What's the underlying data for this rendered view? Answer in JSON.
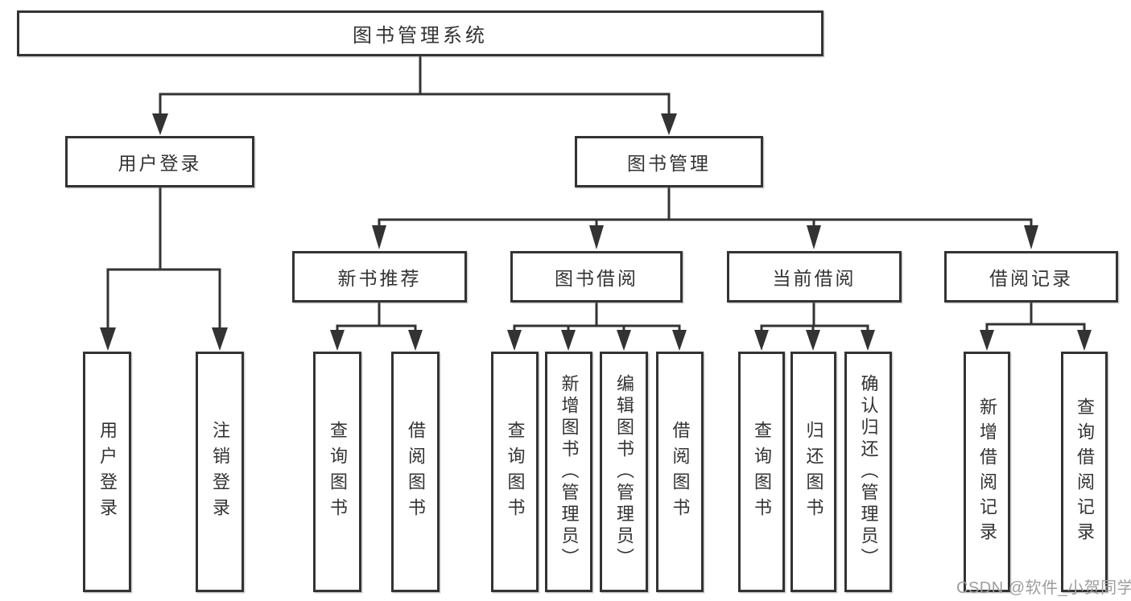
{
  "diagram": {
    "tree": {
      "root": {
        "label": "图书管理系统"
      },
      "children": [
        {
          "label": "用户登录",
          "children": [
            {
              "label": "用户登录"
            },
            {
              "label": "注销登录"
            }
          ]
        },
        {
          "label": "图书管理",
          "children": [
            {
              "label": "新书推荐",
              "children": [
                {
                  "label": "查询图书"
                },
                {
                  "label": "借阅图书"
                }
              ]
            },
            {
              "label": "图书借阅",
              "children": [
                {
                  "label": "查询图书"
                },
                {
                  "label": "新增图书（管理员）"
                },
                {
                  "label": "编辑图书（管理员）"
                },
                {
                  "label": "借阅图书"
                }
              ]
            },
            {
              "label": "当前借阅",
              "children": [
                {
                  "label": "查询图书"
                },
                {
                  "label": "归还图书"
                },
                {
                  "label": "确认归还（管理员）"
                }
              ]
            },
            {
              "label": "借阅记录",
              "children": [
                {
                  "label": "新增借阅记录"
                },
                {
                  "label": "查询借阅记录"
                }
              ]
            }
          ]
        }
      ]
    },
    "colors": {
      "line": "#333333",
      "box_border": "#333333",
      "box_fill": "#ffffff",
      "text": "#333333",
      "background": "#ffffff",
      "watermark": "#9e9e9e"
    }
  },
  "watermark": {
    "text": "CSDN @软件_小贺同学"
  }
}
